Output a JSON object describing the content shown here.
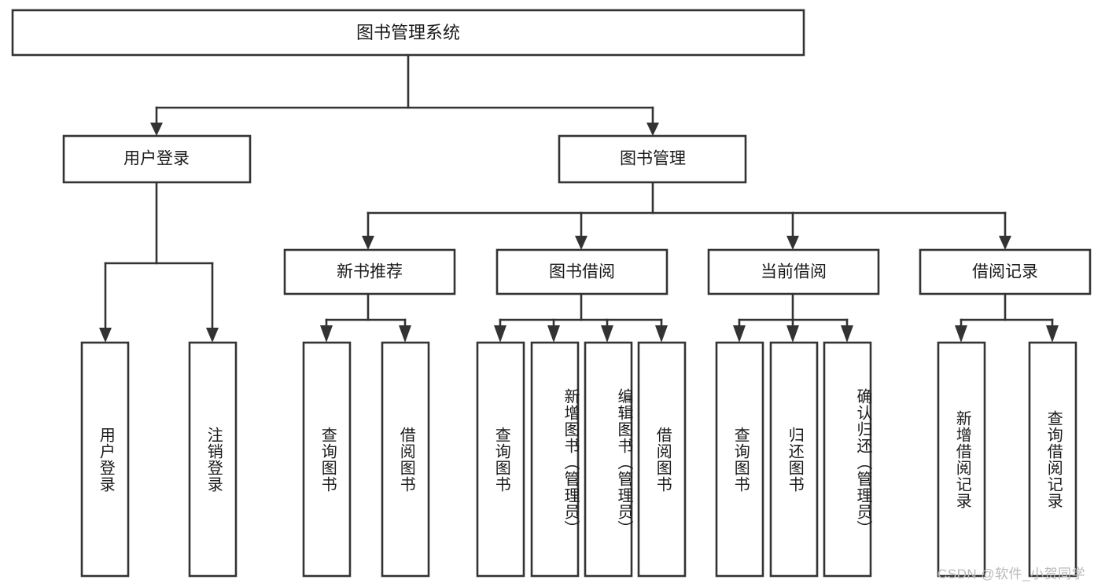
{
  "diagram": {
    "type": "tree",
    "title": "图书管理系统",
    "orientation": "top-down",
    "style": {
      "box_fill": "#ffffff",
      "box_stroke": "#333333",
      "text_color": "#1a1a1a",
      "background": "#ffffff",
      "watermark_color": "#b9b9b9"
    },
    "root": {
      "label": "图书管理系统",
      "children": [
        {
          "label": "用户登录",
          "children": [
            {
              "label": "用户登录"
            },
            {
              "label": "注销登录"
            }
          ]
        },
        {
          "label": "图书管理",
          "children": [
            {
              "label": "新书推荐",
              "children": [
                {
                  "label": "查询图书"
                },
                {
                  "label": "借阅图书"
                }
              ]
            },
            {
              "label": "图书借阅",
              "children": [
                {
                  "label": "查询图书"
                },
                {
                  "label": "新增图书（管理员）"
                },
                {
                  "label": "编辑图书（管理员）"
                },
                {
                  "label": "借阅图书"
                }
              ]
            },
            {
              "label": "当前借阅",
              "children": [
                {
                  "label": "查询图书"
                },
                {
                  "label": "归还图书"
                },
                {
                  "label": "确认归还（管理员）"
                }
              ]
            },
            {
              "label": "借阅记录",
              "children": [
                {
                  "label": "新增借阅记录"
                },
                {
                  "label": "查询借阅记录"
                }
              ]
            }
          ]
        }
      ]
    },
    "nodes": {
      "root": "图书管理系统",
      "level1": [
        "用户登录",
        "图书管理"
      ],
      "level2": [
        "新书推荐",
        "图书借阅",
        "当前借阅",
        "借阅记录"
      ],
      "leaves": {
        "user_login": [
          "用户登录",
          "注销登录"
        ],
        "new_book": [
          "查询图书",
          "借阅图书"
        ],
        "book_borrow": [
          "查询图书",
          "新增图书（管理员）",
          "编辑图书（管理员）",
          "借阅图书"
        ],
        "current_borrow": [
          "查询图书",
          "归还图书",
          "确认归还（管理员）"
        ],
        "borrow_record": [
          "新增借阅记录",
          "查询借阅记录"
        ]
      }
    }
  },
  "watermark": {
    "text": "CSDN @软件_小贺同学"
  }
}
